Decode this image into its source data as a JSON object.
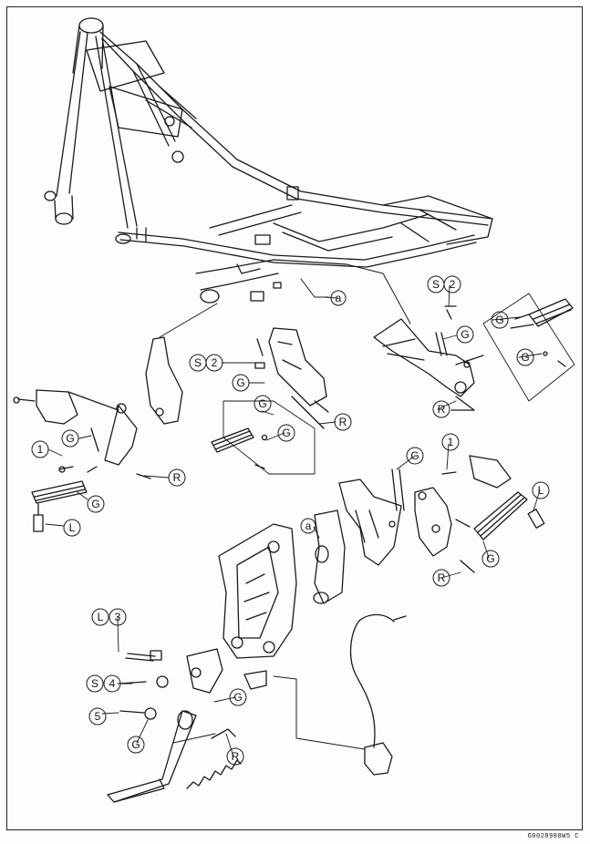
{
  "drawing_code": "G0028988W5 C",
  "callouts": {
    "one": "1",
    "two": "2",
    "three": "3",
    "four": "4",
    "five": "5",
    "s": "S",
    "l": "L",
    "g": "G",
    "r": "R",
    "a": "a"
  },
  "colors": {
    "line": "#1a1a1a",
    "paper": "#fdfdfb"
  }
}
